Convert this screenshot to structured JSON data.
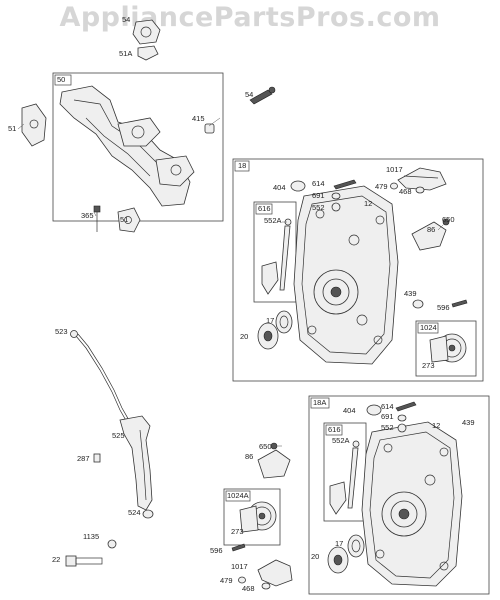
{
  "watermark": "AppliancePartsPros.com",
  "groups": {
    "g50": "50",
    "g18": "18",
    "g18a": "18A",
    "g616a": "616",
    "g616b": "616",
    "g1024a": "1024",
    "g1024b": "1024A"
  },
  "labels": {
    "l54a": "54",
    "l51a": "51A",
    "l51": "51",
    "l415": "415",
    "l365": "365",
    "l51b": "51",
    "l54b": "54",
    "l404a": "404",
    "l614a": "614",
    "l691a": "691",
    "l552a": "552",
    "l12a": "12",
    "l1017a": "1017",
    "l479a": "479",
    "l468a": "468",
    "l552Aa": "552A",
    "l650a": "650",
    "l86a": "86",
    "l439a": "439",
    "l596a": "596",
    "l17a": "17",
    "l20a": "20",
    "l273a": "273",
    "l523": "523",
    "l525": "525",
    "l287": "287",
    "l524": "524",
    "l1135": "1135",
    "l22": "22",
    "l650b": "650",
    "l86b": "86",
    "l273b": "273",
    "l596b": "596",
    "l1017b": "1017",
    "l479b": "479",
    "l468b": "468",
    "l404b": "404",
    "l614b": "614",
    "l691b": "691",
    "l552b": "552",
    "l12b": "12",
    "l439b": "439",
    "l552Ab": "552A",
    "l17b": "17",
    "l20b": "20"
  }
}
